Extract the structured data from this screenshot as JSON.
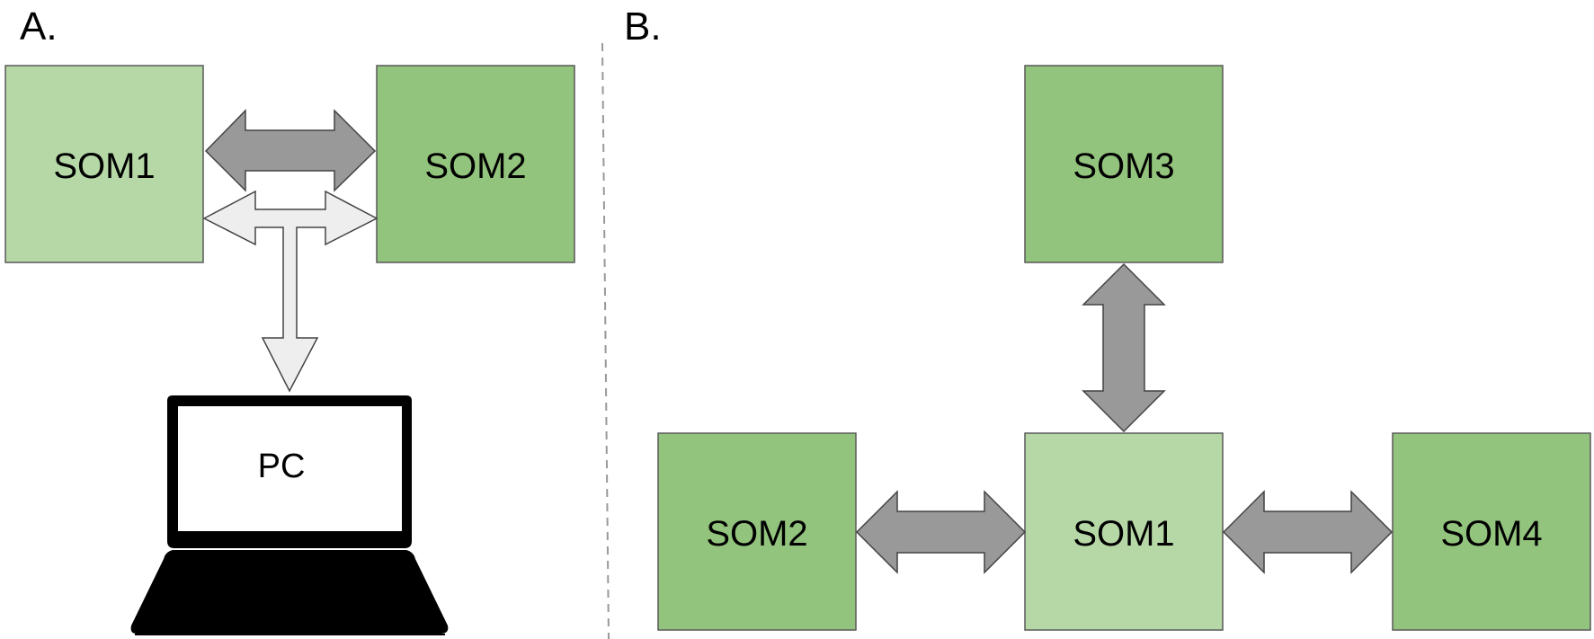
{
  "panels": {
    "a": {
      "label": "A."
    },
    "b": {
      "label": "B."
    }
  },
  "panel_a": {
    "som1": "SOM1",
    "som2": "SOM2",
    "pc": "PC"
  },
  "panel_b": {
    "som1": "SOM1",
    "som2": "SOM2",
    "som3": "SOM3",
    "som4": "SOM4"
  },
  "colors": {
    "master_fill": "#b6d8a6",
    "node_fill": "#93c47d",
    "box_stroke": "#595959",
    "arrow_dark": "#999999",
    "arrow_light": "#eeeeee",
    "arrow_stroke": "#434343",
    "divider": "#999999"
  }
}
